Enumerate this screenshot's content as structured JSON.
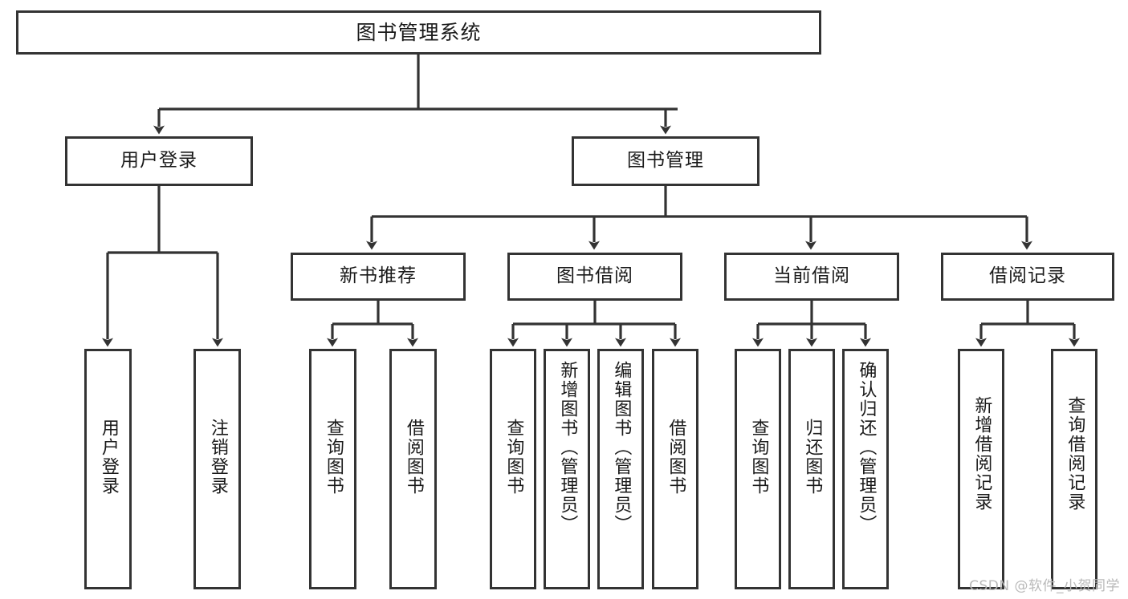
{
  "diagram": {
    "title": "图书管理系统",
    "type": "tree-hierarchy",
    "watermark": "CSDN @软件_小贺同学",
    "colors": {
      "box_border": "#333333",
      "box_fill": "#ffffff",
      "connector": "#333333",
      "text": "#1a1a1a",
      "watermark": "#b9b9b9"
    },
    "nodes": {
      "root": {
        "label": "图书管理系统"
      },
      "level2": [
        {
          "id": "user-login",
          "label": "用户登录"
        },
        {
          "id": "book-management",
          "label": "图书管理"
        }
      ],
      "level3": [
        {
          "id": "new-book-recommend",
          "label": "新书推荐"
        },
        {
          "id": "book-borrow",
          "label": "图书借阅"
        },
        {
          "id": "current-borrow",
          "label": "当前借阅"
        },
        {
          "id": "borrow-record",
          "label": "借阅记录"
        }
      ],
      "leaves": {
        "user-login": [
          {
            "id": "user-login-action",
            "label": "用户登录"
          },
          {
            "id": "user-logout-action",
            "label": "注销登录"
          }
        ],
        "new-book-recommend": [
          {
            "id": "query-book-1",
            "label": "查询图书"
          },
          {
            "id": "borrow-book-1",
            "label": "借阅图书"
          }
        ],
        "book-borrow": [
          {
            "id": "query-book-2",
            "label": "查询图书"
          },
          {
            "id": "add-book-admin",
            "label": "新增图书（管理员）"
          },
          {
            "id": "edit-book-admin",
            "label": "编辑图书（管理员）"
          },
          {
            "id": "borrow-book-2",
            "label": "借阅图书"
          }
        ],
        "current-borrow": [
          {
            "id": "query-book-3",
            "label": "查询图书"
          },
          {
            "id": "return-book",
            "label": "归还图书"
          },
          {
            "id": "confirm-return-admin",
            "label": "确认归还（管理员）"
          }
        ],
        "borrow-record": [
          {
            "id": "add-borrow-record",
            "label": "新增借阅记录"
          },
          {
            "id": "query-borrow-record",
            "label": "查询借阅记录"
          }
        ]
      }
    }
  }
}
